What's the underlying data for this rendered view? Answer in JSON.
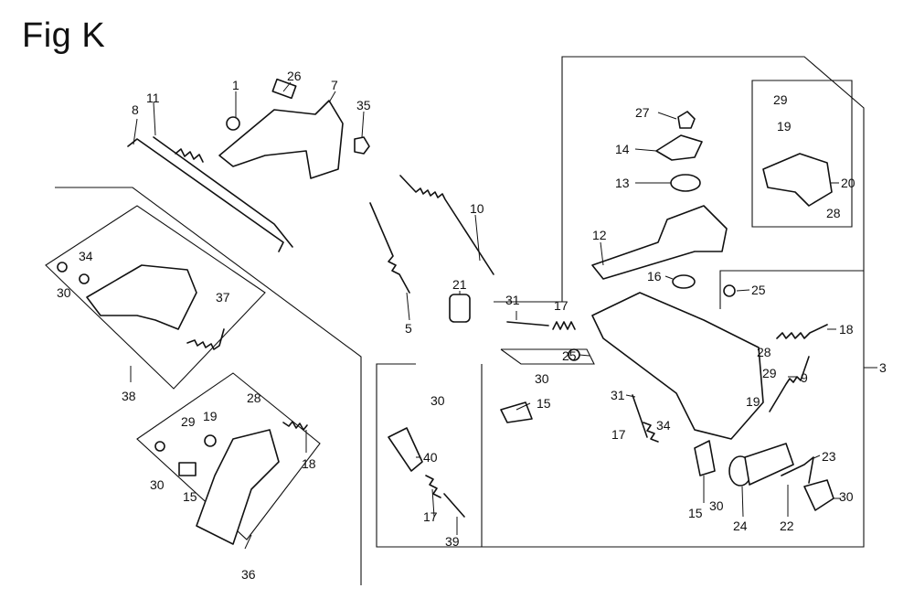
{
  "figure": {
    "title": "Fig K"
  },
  "callouts": [
    {
      "id": "c1",
      "text": "1"
    },
    {
      "id": "c26",
      "text": "26"
    },
    {
      "id": "c7",
      "text": "7"
    },
    {
      "id": "c35",
      "text": "35"
    },
    {
      "id": "c8",
      "text": "8"
    },
    {
      "id": "c11",
      "text": "11"
    },
    {
      "id": "c10",
      "text": "10"
    },
    {
      "id": "c5",
      "text": "5"
    },
    {
      "id": "c21",
      "text": "21"
    },
    {
      "id": "c34a",
      "text": "34"
    },
    {
      "id": "c30a",
      "text": "30"
    },
    {
      "id": "c37",
      "text": "37"
    },
    {
      "id": "c38",
      "text": "38"
    },
    {
      "id": "c29a",
      "text": "29"
    },
    {
      "id": "c19a",
      "text": "19"
    },
    {
      "id": "c28a",
      "text": "28"
    },
    {
      "id": "c18a",
      "text": "18"
    },
    {
      "id": "c30b",
      "text": "30"
    },
    {
      "id": "c15a",
      "text": "15"
    },
    {
      "id": "c36",
      "text": "36"
    },
    {
      "id": "c27",
      "text": "27"
    },
    {
      "id": "c14",
      "text": "14"
    },
    {
      "id": "c13",
      "text": "13"
    },
    {
      "id": "c12",
      "text": "12"
    },
    {
      "id": "c16",
      "text": "16"
    },
    {
      "id": "c29b",
      "text": "29"
    },
    {
      "id": "c19b",
      "text": "19"
    },
    {
      "id": "c20",
      "text": "20"
    },
    {
      "id": "c28b",
      "text": "28"
    },
    {
      "id": "c25a",
      "text": "25"
    },
    {
      "id": "c31a",
      "text": "31"
    },
    {
      "id": "c17a",
      "text": "17"
    },
    {
      "id": "c25b",
      "text": "25"
    },
    {
      "id": "c18b",
      "text": "18"
    },
    {
      "id": "c28c",
      "text": "28"
    },
    {
      "id": "c3",
      "text": "3"
    },
    {
      "id": "c29c",
      "text": "29"
    },
    {
      "id": "c19c",
      "text": "19"
    },
    {
      "id": "c9",
      "text": "9"
    },
    {
      "id": "c30c",
      "text": "30"
    },
    {
      "id": "c15b",
      "text": "15"
    },
    {
      "id": "c30d",
      "text": "30"
    },
    {
      "id": "c40",
      "text": "40"
    },
    {
      "id": "c17b",
      "text": "17"
    },
    {
      "id": "c39",
      "text": "39"
    },
    {
      "id": "c31b",
      "text": "31"
    },
    {
      "id": "c17c",
      "text": "17"
    },
    {
      "id": "c34b",
      "text": "34"
    },
    {
      "id": "c23",
      "text": "23"
    },
    {
      "id": "c30e",
      "text": "30"
    },
    {
      "id": "c15c",
      "text": "15"
    },
    {
      "id": "c30f",
      "text": "30"
    },
    {
      "id": "c24",
      "text": "24"
    },
    {
      "id": "c22",
      "text": "22"
    }
  ]
}
